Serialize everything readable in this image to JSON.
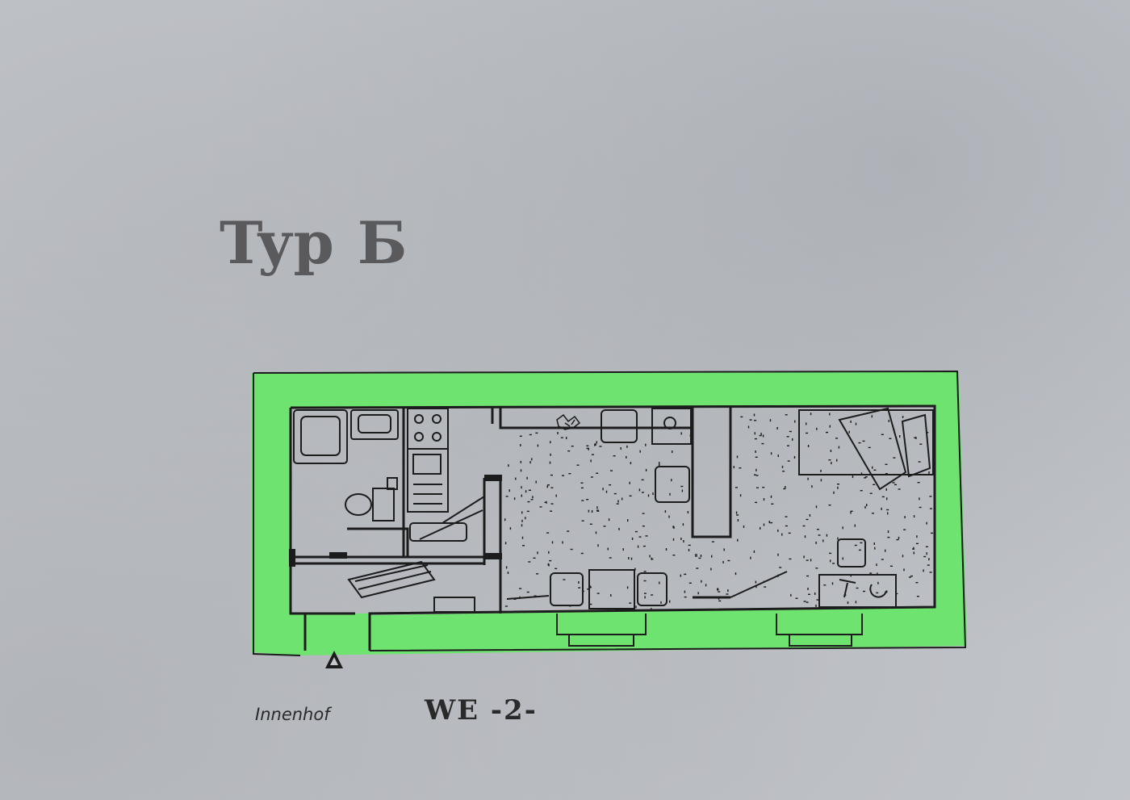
{
  "title": "Typ Б",
  "caption_courtyard": "Innenhof",
  "caption_unit": "WE -2-",
  "colors": {
    "paper": "#c3c6cb",
    "highlight": "#6fe36f",
    "ink": "#1c1c1c",
    "title_ink": "#5a5a5c"
  },
  "icons": [
    "entrance-arrow-icon",
    "bathtub-icon",
    "sink-icon",
    "toilet-icon",
    "stove-icon",
    "bed-icon",
    "chair-icon",
    "table-icon",
    "desk-icon",
    "washing-machine-icon"
  ]
}
